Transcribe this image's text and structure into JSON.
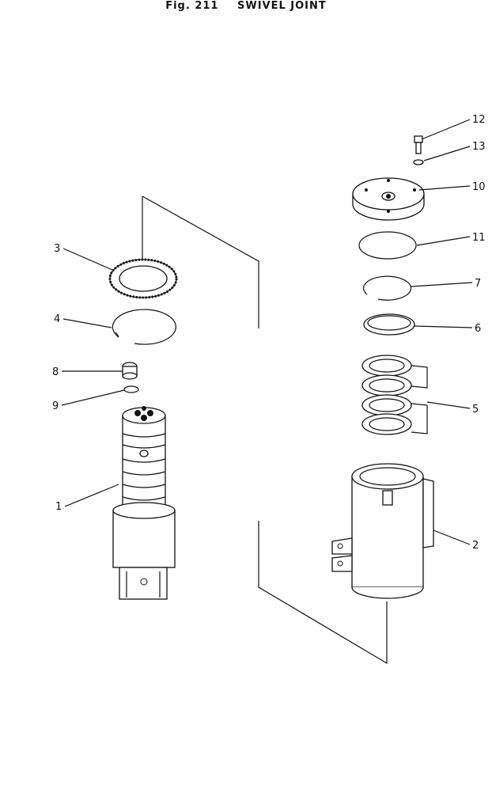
{
  "title": {
    "figure": "Fig. 211",
    "name": "SWIVEL JOINT"
  },
  "callouts": {
    "c1": "1",
    "c2": "2",
    "c3": "3",
    "c4": "4",
    "c5": "5",
    "c6": "6",
    "c7": "7",
    "c8": "8",
    "c9": "9",
    "c10": "10",
    "c11": "11",
    "c12": "12",
    "c13": "13"
  }
}
